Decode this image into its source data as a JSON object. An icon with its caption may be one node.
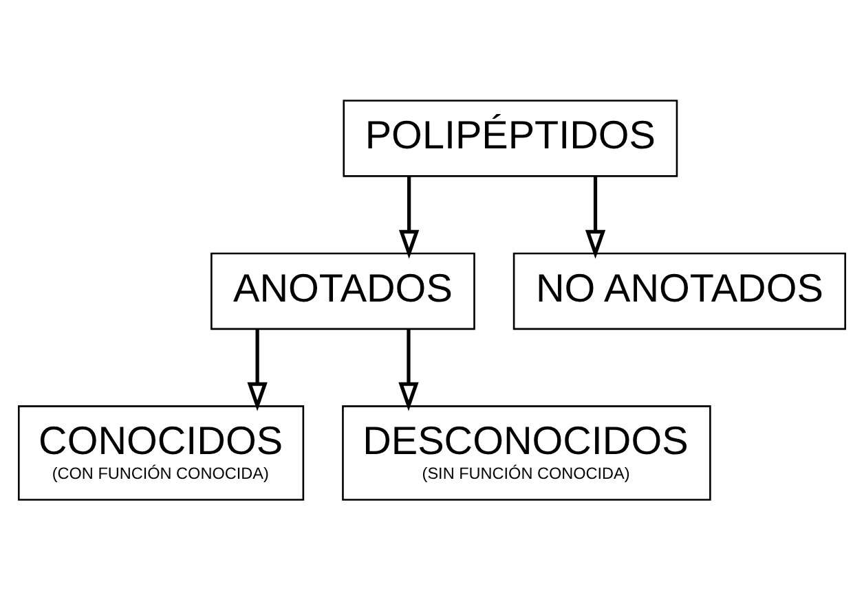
{
  "diagram": {
    "nodes": [
      {
        "text": [
          "POLIPÉPTIDOS"
        ]
      },
      {
        "text": [
          "ANOTADOS"
        ]
      },
      {
        "text": [
          "NO ANOTADOS"
        ]
      },
      {
        "text": [
          "CONOCIDOS",
          "(CON FUNCIÓN CONOCIDA)"
        ]
      },
      {
        "text": [
          "DESCONOCIDOS",
          "(SIN FUNCIÓN CONOCIDA)"
        ]
      }
    ],
    "edges": [
      {
        "from": 0,
        "to": 1,
        "arrow": "to"
      },
      {
        "from": 0,
        "to": 2,
        "arrow": "to"
      },
      {
        "from": 1,
        "to": 3,
        "arrow": "to"
      },
      {
        "from": 1,
        "to": 4,
        "arrow": "to"
      }
    ]
  }
}
